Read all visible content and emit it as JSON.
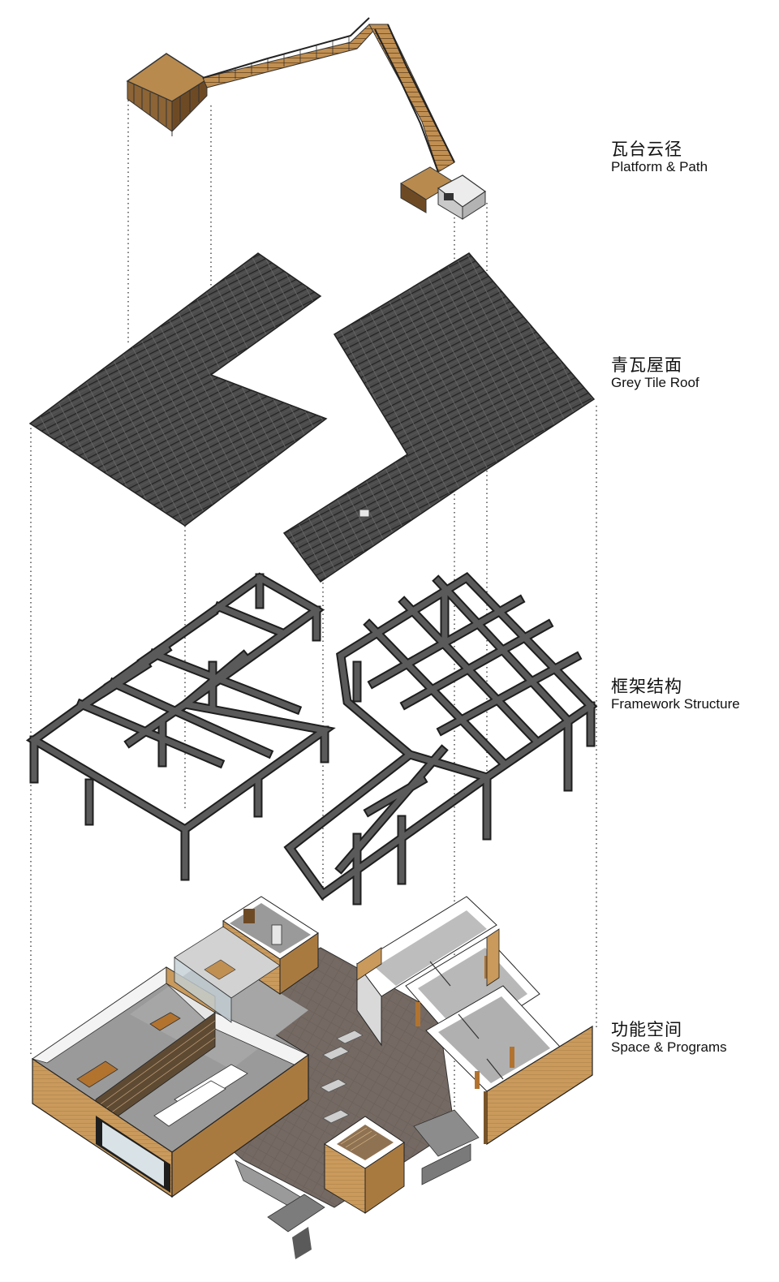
{
  "layers": [
    {
      "id": "platform",
      "zh": "瓦台云径",
      "en": "Platform & Path"
    },
    {
      "id": "roof",
      "zh": "青瓦屋面",
      "en": "Grey Tile Roof"
    },
    {
      "id": "frame",
      "zh": "框架结构",
      "en": "Framework Structure"
    },
    {
      "id": "space",
      "zh": "功能空间",
      "en": "Space & Programs"
    }
  ],
  "colors": {
    "wood": "#b88a4e",
    "wood_dark": "#7a5428",
    "brick": "#c99a5c",
    "brick_side": "#a97a40",
    "roof": "#4b4b4b",
    "roof_line": "#2a2a2a",
    "beam": "#555555",
    "beam_edge": "#1e1e1e",
    "wall": "#f2f2f2",
    "floor": "#6f6560",
    "guide": "#222222"
  }
}
